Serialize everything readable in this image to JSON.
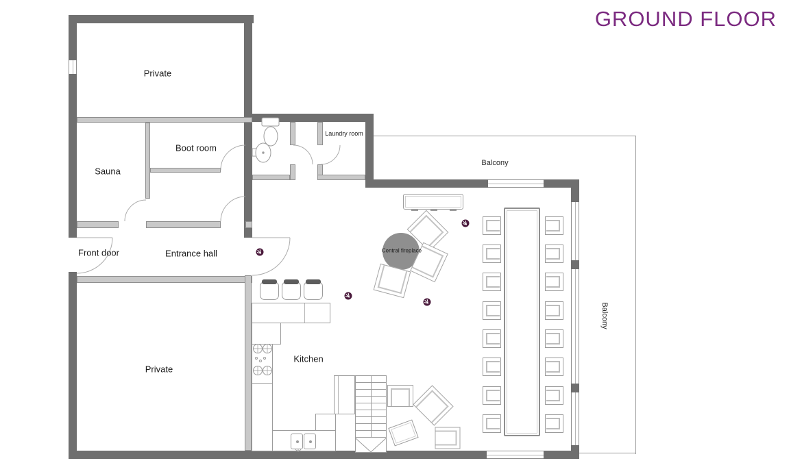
{
  "header": {
    "title": "GROUND FLOOR"
  },
  "colors": {
    "title_purple": "#7b2a80",
    "wall_exterior": "#6f6f6f",
    "wall_interior": "#c9c9c9",
    "furniture_outline": "#9c9c9c",
    "fireplace_fill": "#8f8f8f",
    "marker_purple": "#4a1a3c"
  },
  "rooms": {
    "private_top": {
      "label": "Private"
    },
    "sauna": {
      "label": "Sauna"
    },
    "boot_room": {
      "label": "Boot room"
    },
    "laundry_room": {
      "label": "Laundry room"
    },
    "front_door": {
      "label": "Front door"
    },
    "entrance_hall": {
      "label": "Entrance hall"
    },
    "private_bottom": {
      "label": "Private"
    },
    "kitchen": {
      "label": "Kitchen"
    },
    "central_fireplace": {
      "label": "Central fireplace"
    },
    "balcony_top": {
      "label": "Balcony"
    },
    "balcony_right": {
      "label": "Balcony"
    }
  },
  "icons": {
    "marker": "leaf-marker"
  }
}
